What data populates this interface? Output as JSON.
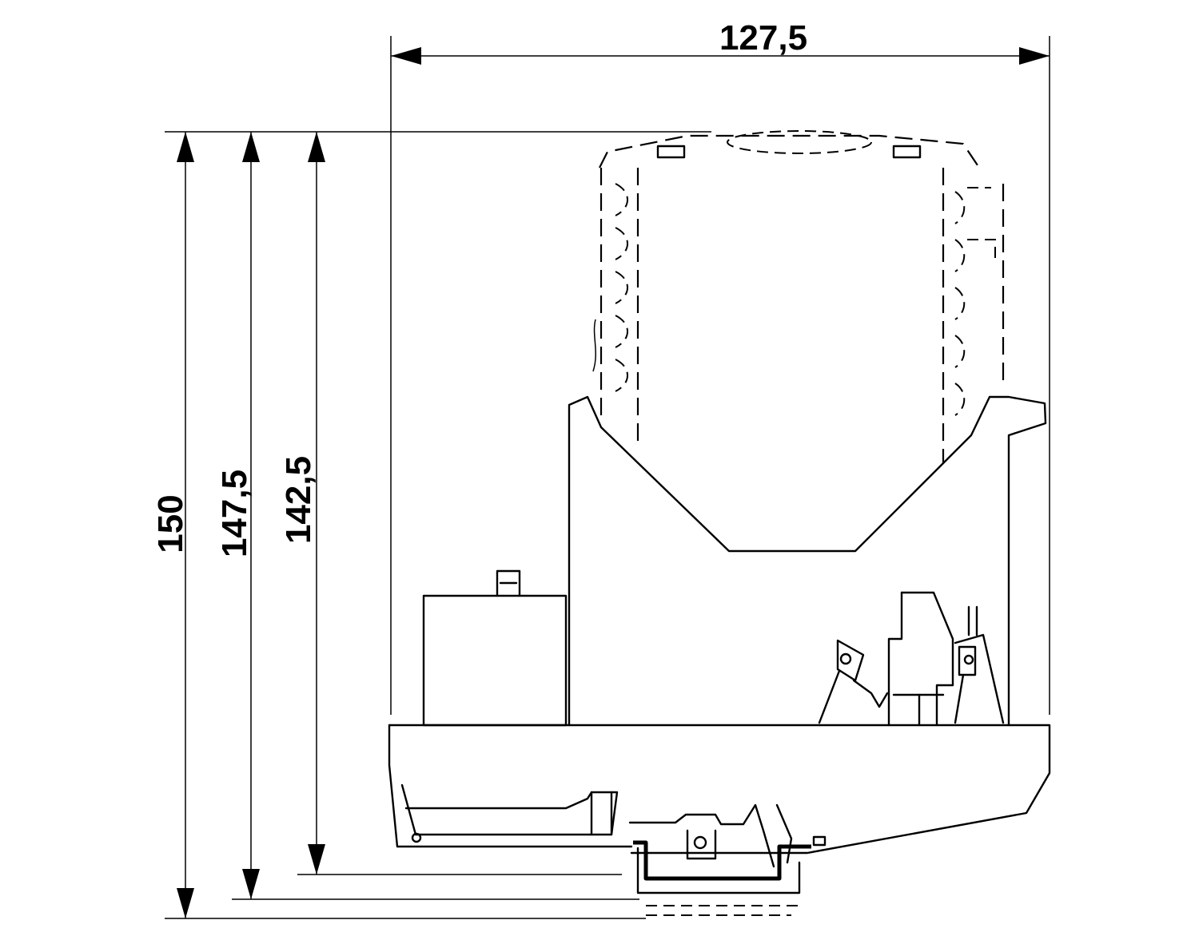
{
  "dimensions": {
    "width_label": "127,5",
    "height_labels": [
      "150",
      "147,5",
      "142,5"
    ]
  }
}
